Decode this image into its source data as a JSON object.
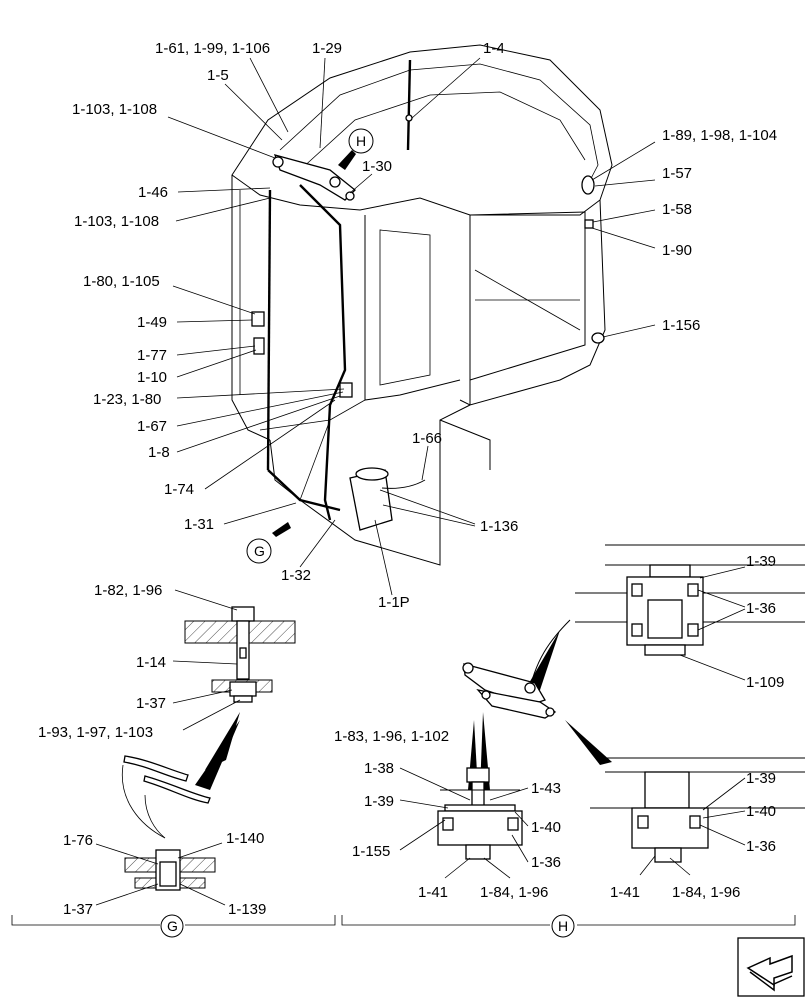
{
  "labels": {
    "l_1_61": "1-61, 1-99, 1-106",
    "l_1_29": "1-29",
    "l_1_4": "1-4",
    "l_1_5": "1-5",
    "l_1_103a": "1-103, 1-108",
    "l_H_top": "H",
    "l_1_30": "1-30",
    "l_1_89": "1-89, 1-98, 1-104",
    "l_1_57": "1-57",
    "l_1_46": "1-46",
    "l_1_103b": "1-103, 1-108",
    "l_1_58": "1-58",
    "l_1_90": "1-90",
    "l_1_80": "1-80, 1-105",
    "l_1_49": "1-49",
    "l_1_156": "1-156",
    "l_1_77": "1-77",
    "l_1_10": "1-10",
    "l_1_23": "1-23, 1-80",
    "l_1_67": "1-67",
    "l_1_8": "1-8",
    "l_1_66": "1-66",
    "l_1_74": "1-74",
    "l_1_31": "1-31",
    "l_1_136": "1-136",
    "l_G_top": "G",
    "l_1_32": "1-32",
    "l_1_1P": "1-1P",
    "l_1_39a": "1-39",
    "l_1_36a": "1-36",
    "l_1_109": "1-109",
    "l_1_82": "1-82, 1-96",
    "l_1_14": "1-14",
    "l_1_37a": "1-37",
    "l_1_93": "1-93, 1-97, 1-103",
    "l_1_83": "1-83, 1-96, 1-102",
    "l_1_38": "1-38",
    "l_1_43": "1-43",
    "l_1_39b": "1-39",
    "l_1_40a": "1-40",
    "l_1_155": "1-155",
    "l_1_36b": "1-36",
    "l_1_41a": "1-41",
    "l_1_84a": "1-84, 1-96",
    "l_1_39c": "1-39",
    "l_1_40b": "1-40",
    "l_1_36c": "1-36",
    "l_1_41b": "1-41",
    "l_1_84b": "1-84, 1-96",
    "l_1_76": "1-76",
    "l_1_140": "1-140",
    "l_1_37b": "1-37",
    "l_1_139": "1-139",
    "l_G_bottom": "G",
    "l_H_bottom": "H"
  },
  "icons": {
    "corner_icon": "next-page-arrow-icon"
  }
}
